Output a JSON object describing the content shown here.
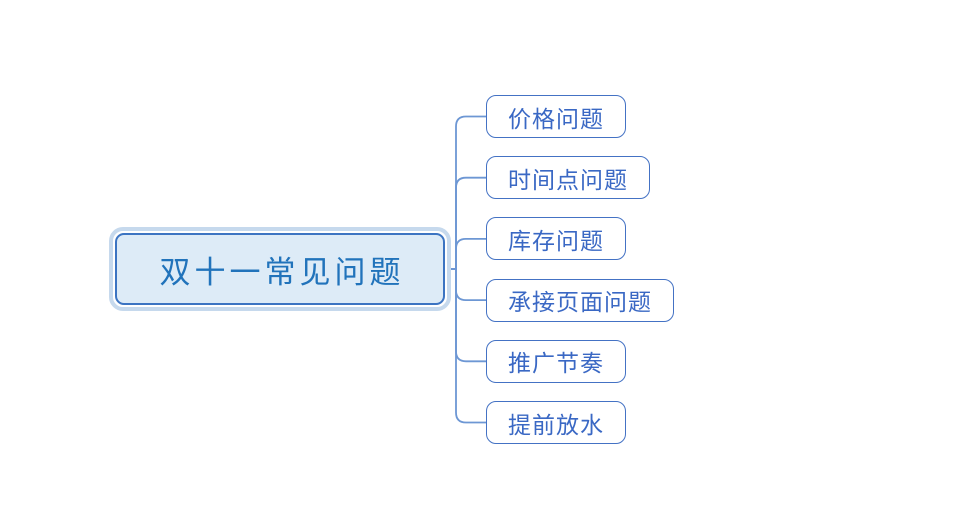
{
  "mindmap": {
    "root": {
      "label": "双十一常见问题"
    },
    "children": [
      {
        "label": "价格问题"
      },
      {
        "label": "时间点问题"
      },
      {
        "label": "库存问题"
      },
      {
        "label": "承接页面问题"
      },
      {
        "label": "推广节奏"
      },
      {
        "label": "提前放水"
      }
    ],
    "colors": {
      "root_halo": "#c6d9ed",
      "root_border": "#3c74c2",
      "root_fill": "#ddebf7",
      "root_text": "#2173bb",
      "child_border": "#4472c4",
      "child_text": "#3a68c4",
      "connector": "#6d97d4",
      "background": "#ffffff"
    }
  }
}
